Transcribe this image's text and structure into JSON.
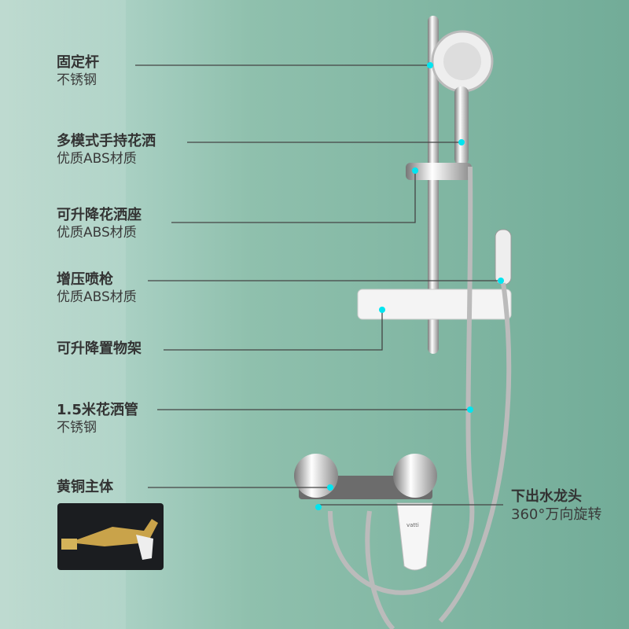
{
  "labels": [
    {
      "title": "固定杆",
      "sub": "不锈钢"
    },
    {
      "title": "多模式手持花洒",
      "sub": "优质ABS材质"
    },
    {
      "title": "可升降花洒座",
      "sub": "优质ABS材质"
    },
    {
      "title": "增压喷枪",
      "sub": "优质ABS材质"
    },
    {
      "title": "可升降置物架"
    },
    {
      "title": "1.5米花洒管",
      "sub": "不锈钢"
    },
    {
      "title": "黄铜主体"
    }
  ],
  "right_label": {
    "title": "下出水龙头",
    "sub": "360°万向旋转"
  },
  "brand_logo": "vatti",
  "colors": {
    "dot": "#00e5f0",
    "wall": "#7fb6a2",
    "line": "#444444"
  }
}
